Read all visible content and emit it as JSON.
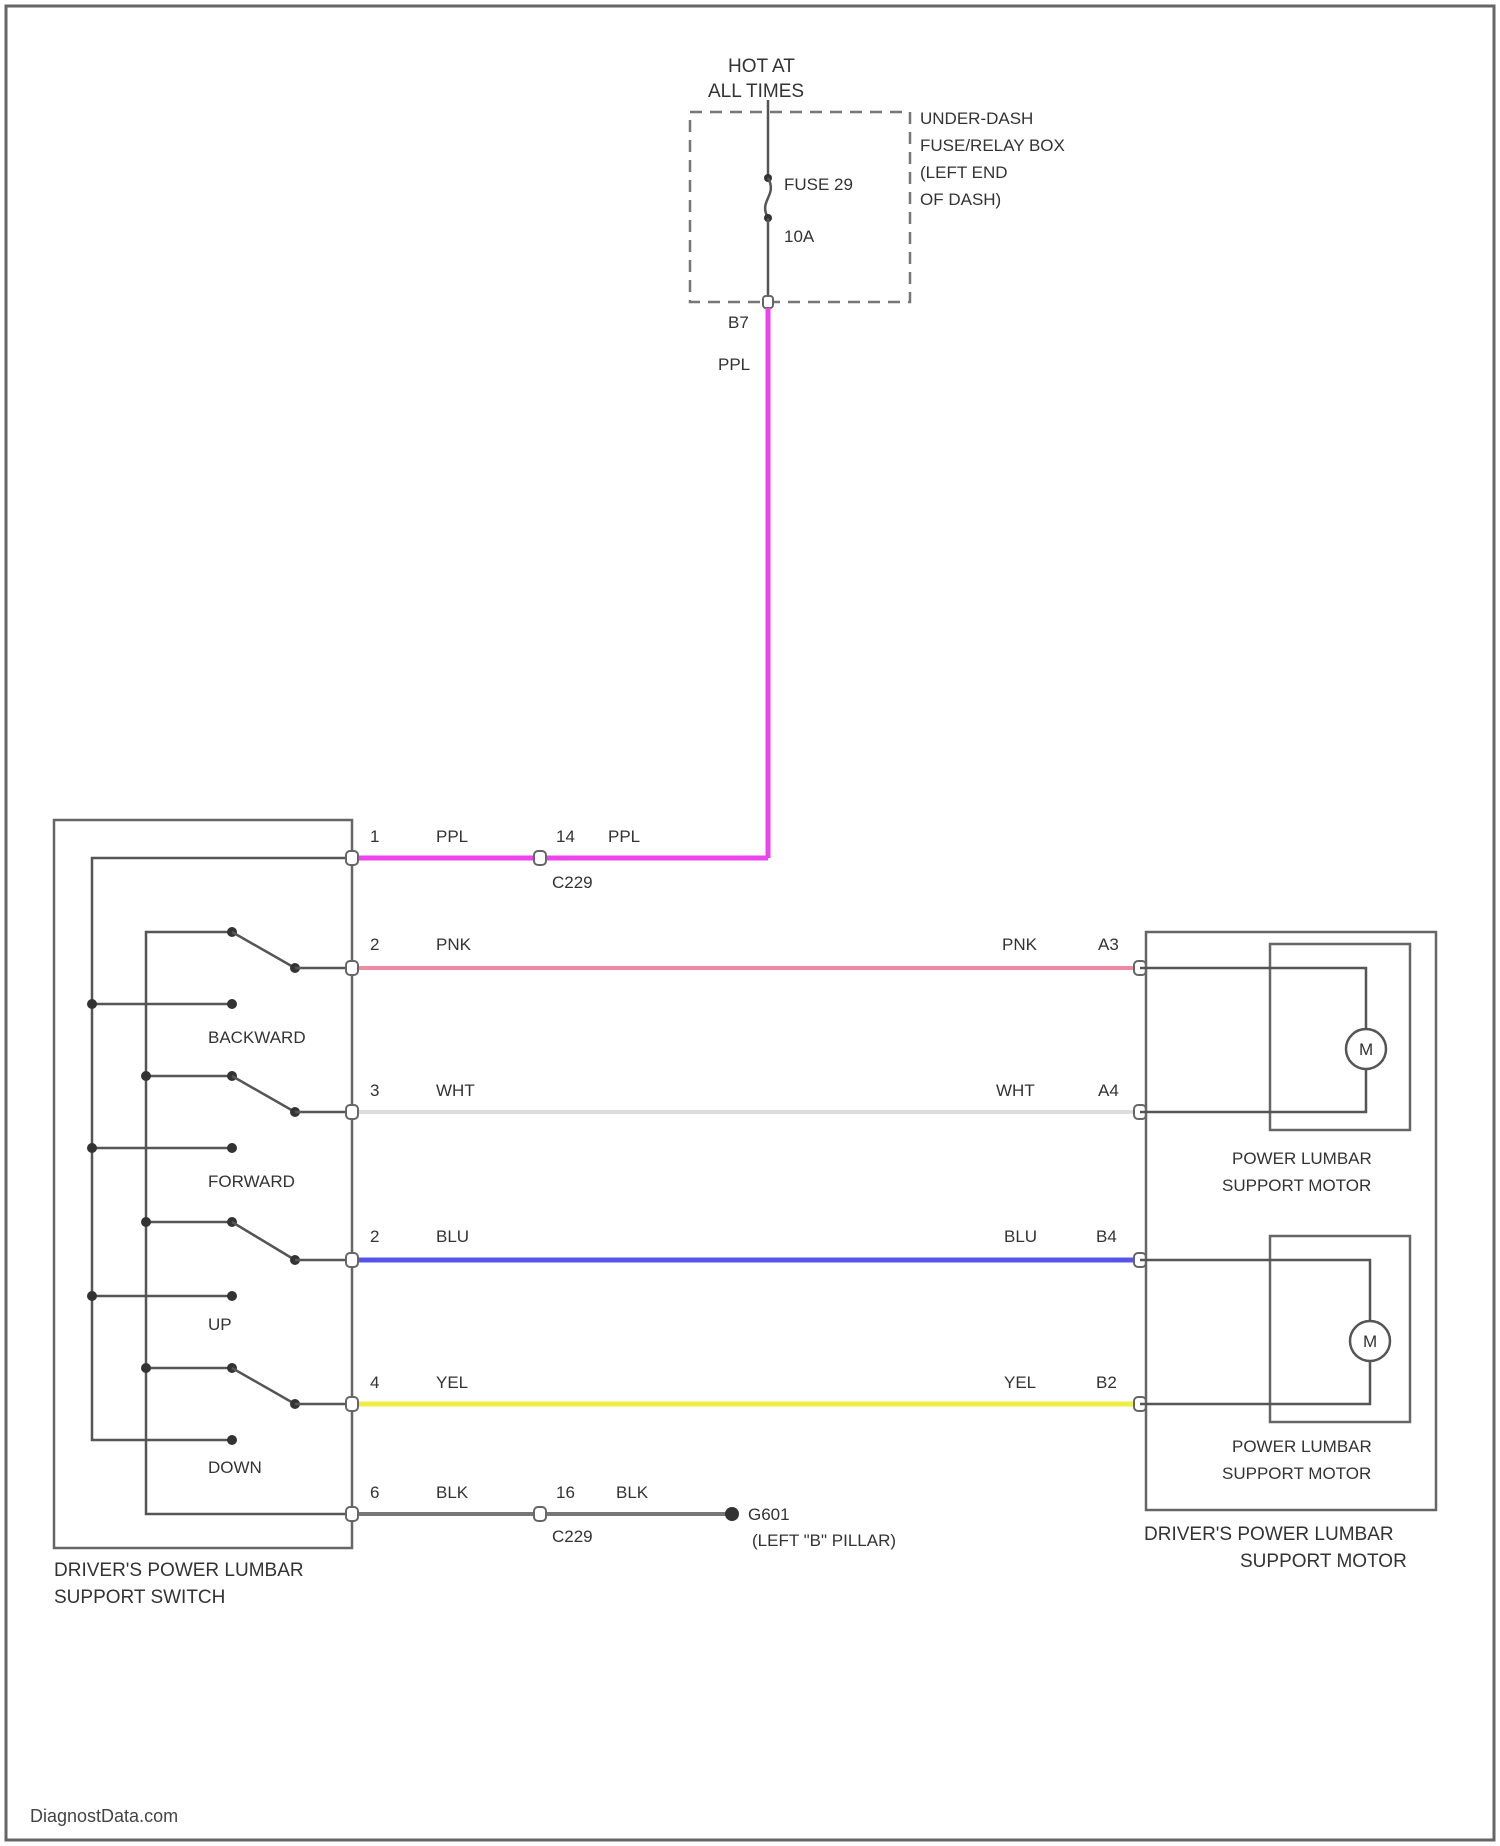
{
  "colors": {
    "PPL": "#ee44ee",
    "PNK": "#f08aa4",
    "WHT": "#dddddd",
    "BLU": "#5555ee",
    "YEL": "#eeee44",
    "BLK": "#777777"
  },
  "power_source": {
    "hot_label_1": "HOT AT",
    "hot_label_2": "ALL TIMES",
    "fuse_box_1": "UNDER-DASH",
    "fuse_box_2": "FUSE/RELAY BOX",
    "fuse_box_3": "(LEFT END",
    "fuse_box_4": "OF DASH)",
    "fuse_name": "FUSE 29",
    "fuse_rating": "10A",
    "terminal": "B7",
    "wire_color": "PPL"
  },
  "switch": {
    "name_1": "DRIVER'S POWER LUMBAR",
    "name_2": "SUPPORT SWITCH",
    "positions": [
      "BACKWARD",
      "FORWARD",
      "UP",
      "DOWN"
    ]
  },
  "wires": [
    {
      "pin": "1",
      "color": "PPL",
      "color_2": "PPL",
      "connector_pin": "14",
      "connector": "C229"
    },
    {
      "pin": "2",
      "color": "PNK",
      "color_2": "PNK",
      "motor_pin": "A3"
    },
    {
      "pin": "3",
      "color": "WHT",
      "color_2": "WHT",
      "motor_pin": "A4"
    },
    {
      "pin": "2",
      "color": "BLU",
      "color_2": "BLU",
      "motor_pin": "B4"
    },
    {
      "pin": "4",
      "color": "YEL",
      "color_2": "YEL",
      "motor_pin": "B2"
    },
    {
      "pin": "6",
      "color": "BLK",
      "color_2": "BLK",
      "connector_pin": "16",
      "connector": "C229"
    }
  ],
  "ground": {
    "name": "G601",
    "location": "(LEFT \"B\" PILLAR)"
  },
  "motors": {
    "motor_symbol": "M",
    "motor1_label_1": "POWER LUMBAR",
    "motor1_label_2": "SUPPORT MOTOR",
    "motor2_label_1": "POWER LUMBAR",
    "motor2_label_2": "SUPPORT MOTOR",
    "assembly_1": "DRIVER'S POWER LUMBAR",
    "assembly_2": "SUPPORT MOTOR"
  },
  "watermark": "DiagnostData.com"
}
